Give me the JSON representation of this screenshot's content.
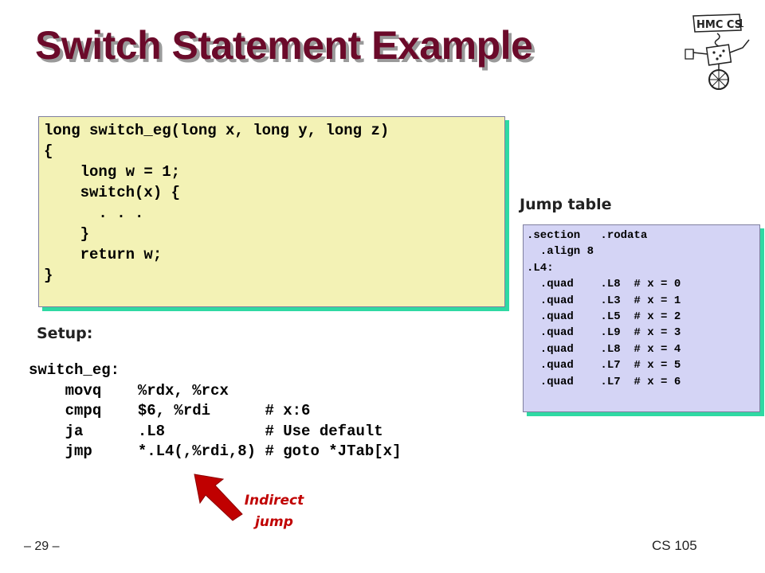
{
  "slide": {
    "title": "Switch Statement Example",
    "logo_text": "HMC CS",
    "c_code": "long switch_eg(long x, long y, long z)\n{\n    long w = 1;\n    switch(x) {\n      . . .\n    }\n    return w;\n}",
    "jump_table_label": "Jump table",
    "jump_table_code": ".section   .rodata\n  .align 8\n.L4:\n  .quad    .L8  # x = 0\n  .quad    .L3  # x = 1\n  .quad    .L5  # x = 2\n  .quad    .L9  # x = 3\n  .quad    .L8  # x = 4\n  .quad    .L7  # x = 5\n  .quad    .L7  # x = 6",
    "setup_label": "Setup:",
    "setup_code": "switch_eg:\n    movq    %rdx, %rcx\n    cmpq    $6, %rdi      # x:6\n    ja      .L8           # Use default\n    jmp     *.L4(,%rdi,8) # goto *JTab[x]",
    "indirect_line1": "Indirect",
    "indirect_line2": "jump",
    "page_number": "– 29 –",
    "course": "CS 105"
  },
  "colors": {
    "title": "#6b0a2a",
    "code_box_bg": "#f3f2b5",
    "jump_table_bg": "#d4d4f5",
    "box_shadow": "#2fd9a3",
    "arrow": "#c00000"
  },
  "icons": {
    "logo": "hmc-cs-robot-logo-icon",
    "arrow": "red-arrow-icon"
  }
}
